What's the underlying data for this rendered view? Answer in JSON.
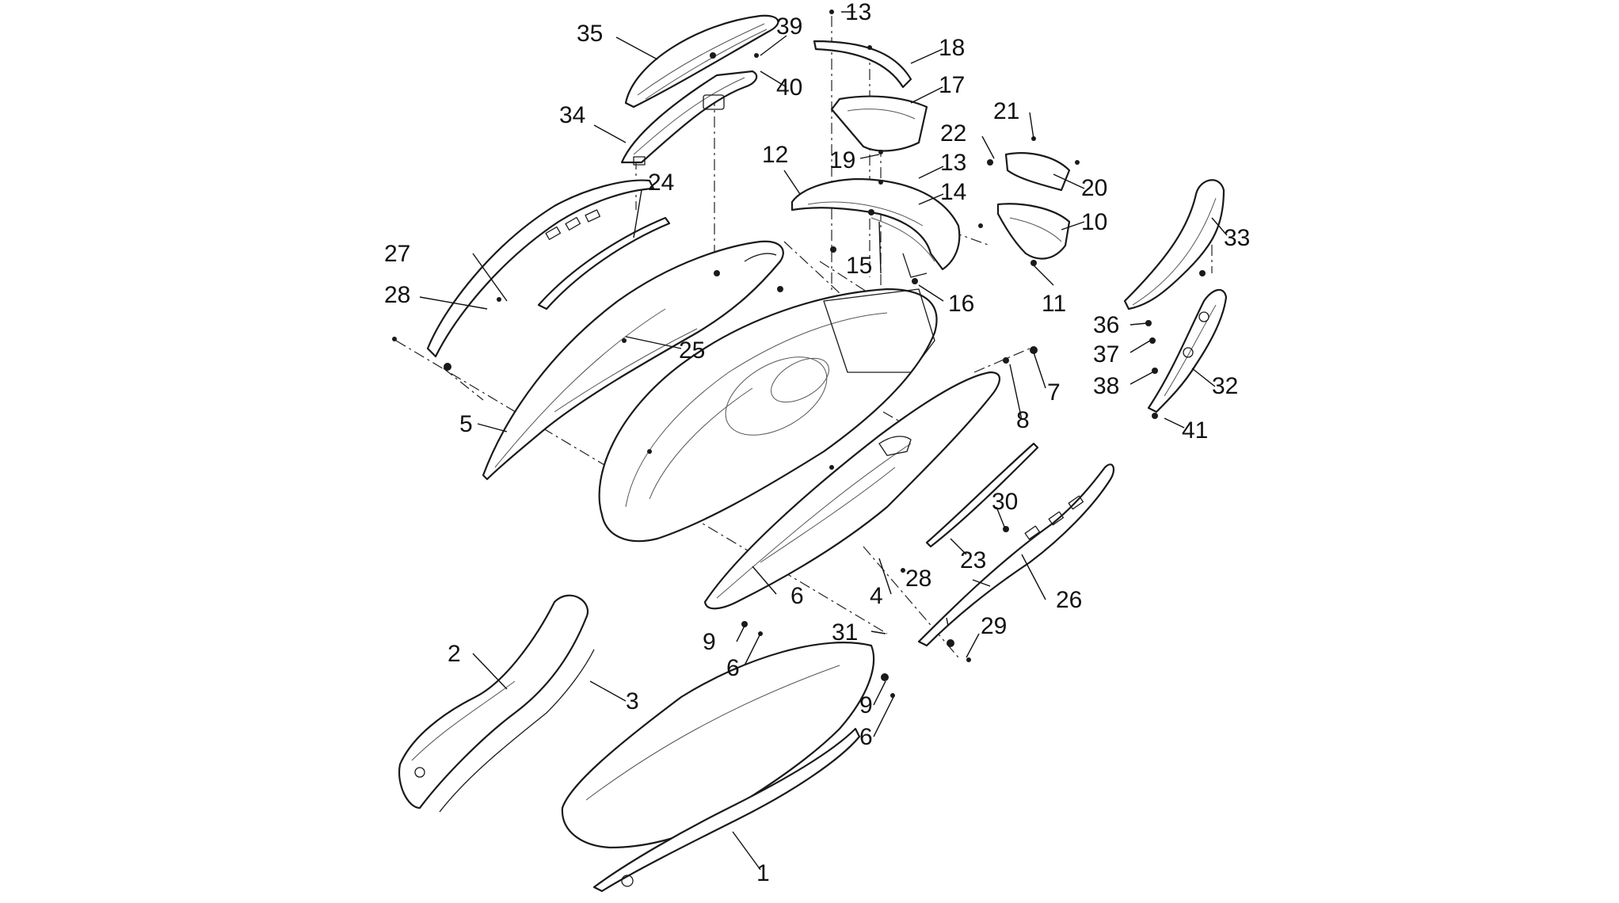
{
  "diagram": {
    "callouts": [
      {
        "id": "c1",
        "label": "1"
      },
      {
        "id": "c2",
        "label": "2"
      },
      {
        "id": "c3",
        "label": "3"
      },
      {
        "id": "c4",
        "label": "4"
      },
      {
        "id": "c5",
        "label": "5"
      },
      {
        "id": "c6a",
        "label": "6"
      },
      {
        "id": "c6b",
        "label": "6"
      },
      {
        "id": "c6c",
        "label": "6"
      },
      {
        "id": "c7",
        "label": "7"
      },
      {
        "id": "c8",
        "label": "8"
      },
      {
        "id": "c9a",
        "label": "9"
      },
      {
        "id": "c9b",
        "label": "9"
      },
      {
        "id": "c10",
        "label": "10"
      },
      {
        "id": "c11",
        "label": "11"
      },
      {
        "id": "c12",
        "label": "12"
      },
      {
        "id": "c13a",
        "label": "13"
      },
      {
        "id": "c13b",
        "label": "13"
      },
      {
        "id": "c14",
        "label": "14"
      },
      {
        "id": "c15",
        "label": "15"
      },
      {
        "id": "c16",
        "label": "16"
      },
      {
        "id": "c17",
        "label": "17"
      },
      {
        "id": "c18",
        "label": "18"
      },
      {
        "id": "c19",
        "label": "19"
      },
      {
        "id": "c20",
        "label": "20"
      },
      {
        "id": "c21",
        "label": "21"
      },
      {
        "id": "c22",
        "label": "22"
      },
      {
        "id": "c23",
        "label": "23"
      },
      {
        "id": "c24",
        "label": "24"
      },
      {
        "id": "c25",
        "label": "25"
      },
      {
        "id": "c26",
        "label": "26"
      },
      {
        "id": "c27",
        "label": "27"
      },
      {
        "id": "c28a",
        "label": "28"
      },
      {
        "id": "c28b",
        "label": "28"
      },
      {
        "id": "c29",
        "label": "29"
      },
      {
        "id": "c30",
        "label": "30"
      },
      {
        "id": "c31",
        "label": "31"
      },
      {
        "id": "c32",
        "label": "32"
      },
      {
        "id": "c33",
        "label": "33"
      },
      {
        "id": "c34",
        "label": "34"
      },
      {
        "id": "c35",
        "label": "35"
      },
      {
        "id": "c36",
        "label": "36"
      },
      {
        "id": "c37",
        "label": "37"
      },
      {
        "id": "c38",
        "label": "38"
      },
      {
        "id": "c39",
        "label": "39"
      },
      {
        "id": "c40",
        "label": "40"
      },
      {
        "id": "c41",
        "label": "41"
      }
    ]
  }
}
